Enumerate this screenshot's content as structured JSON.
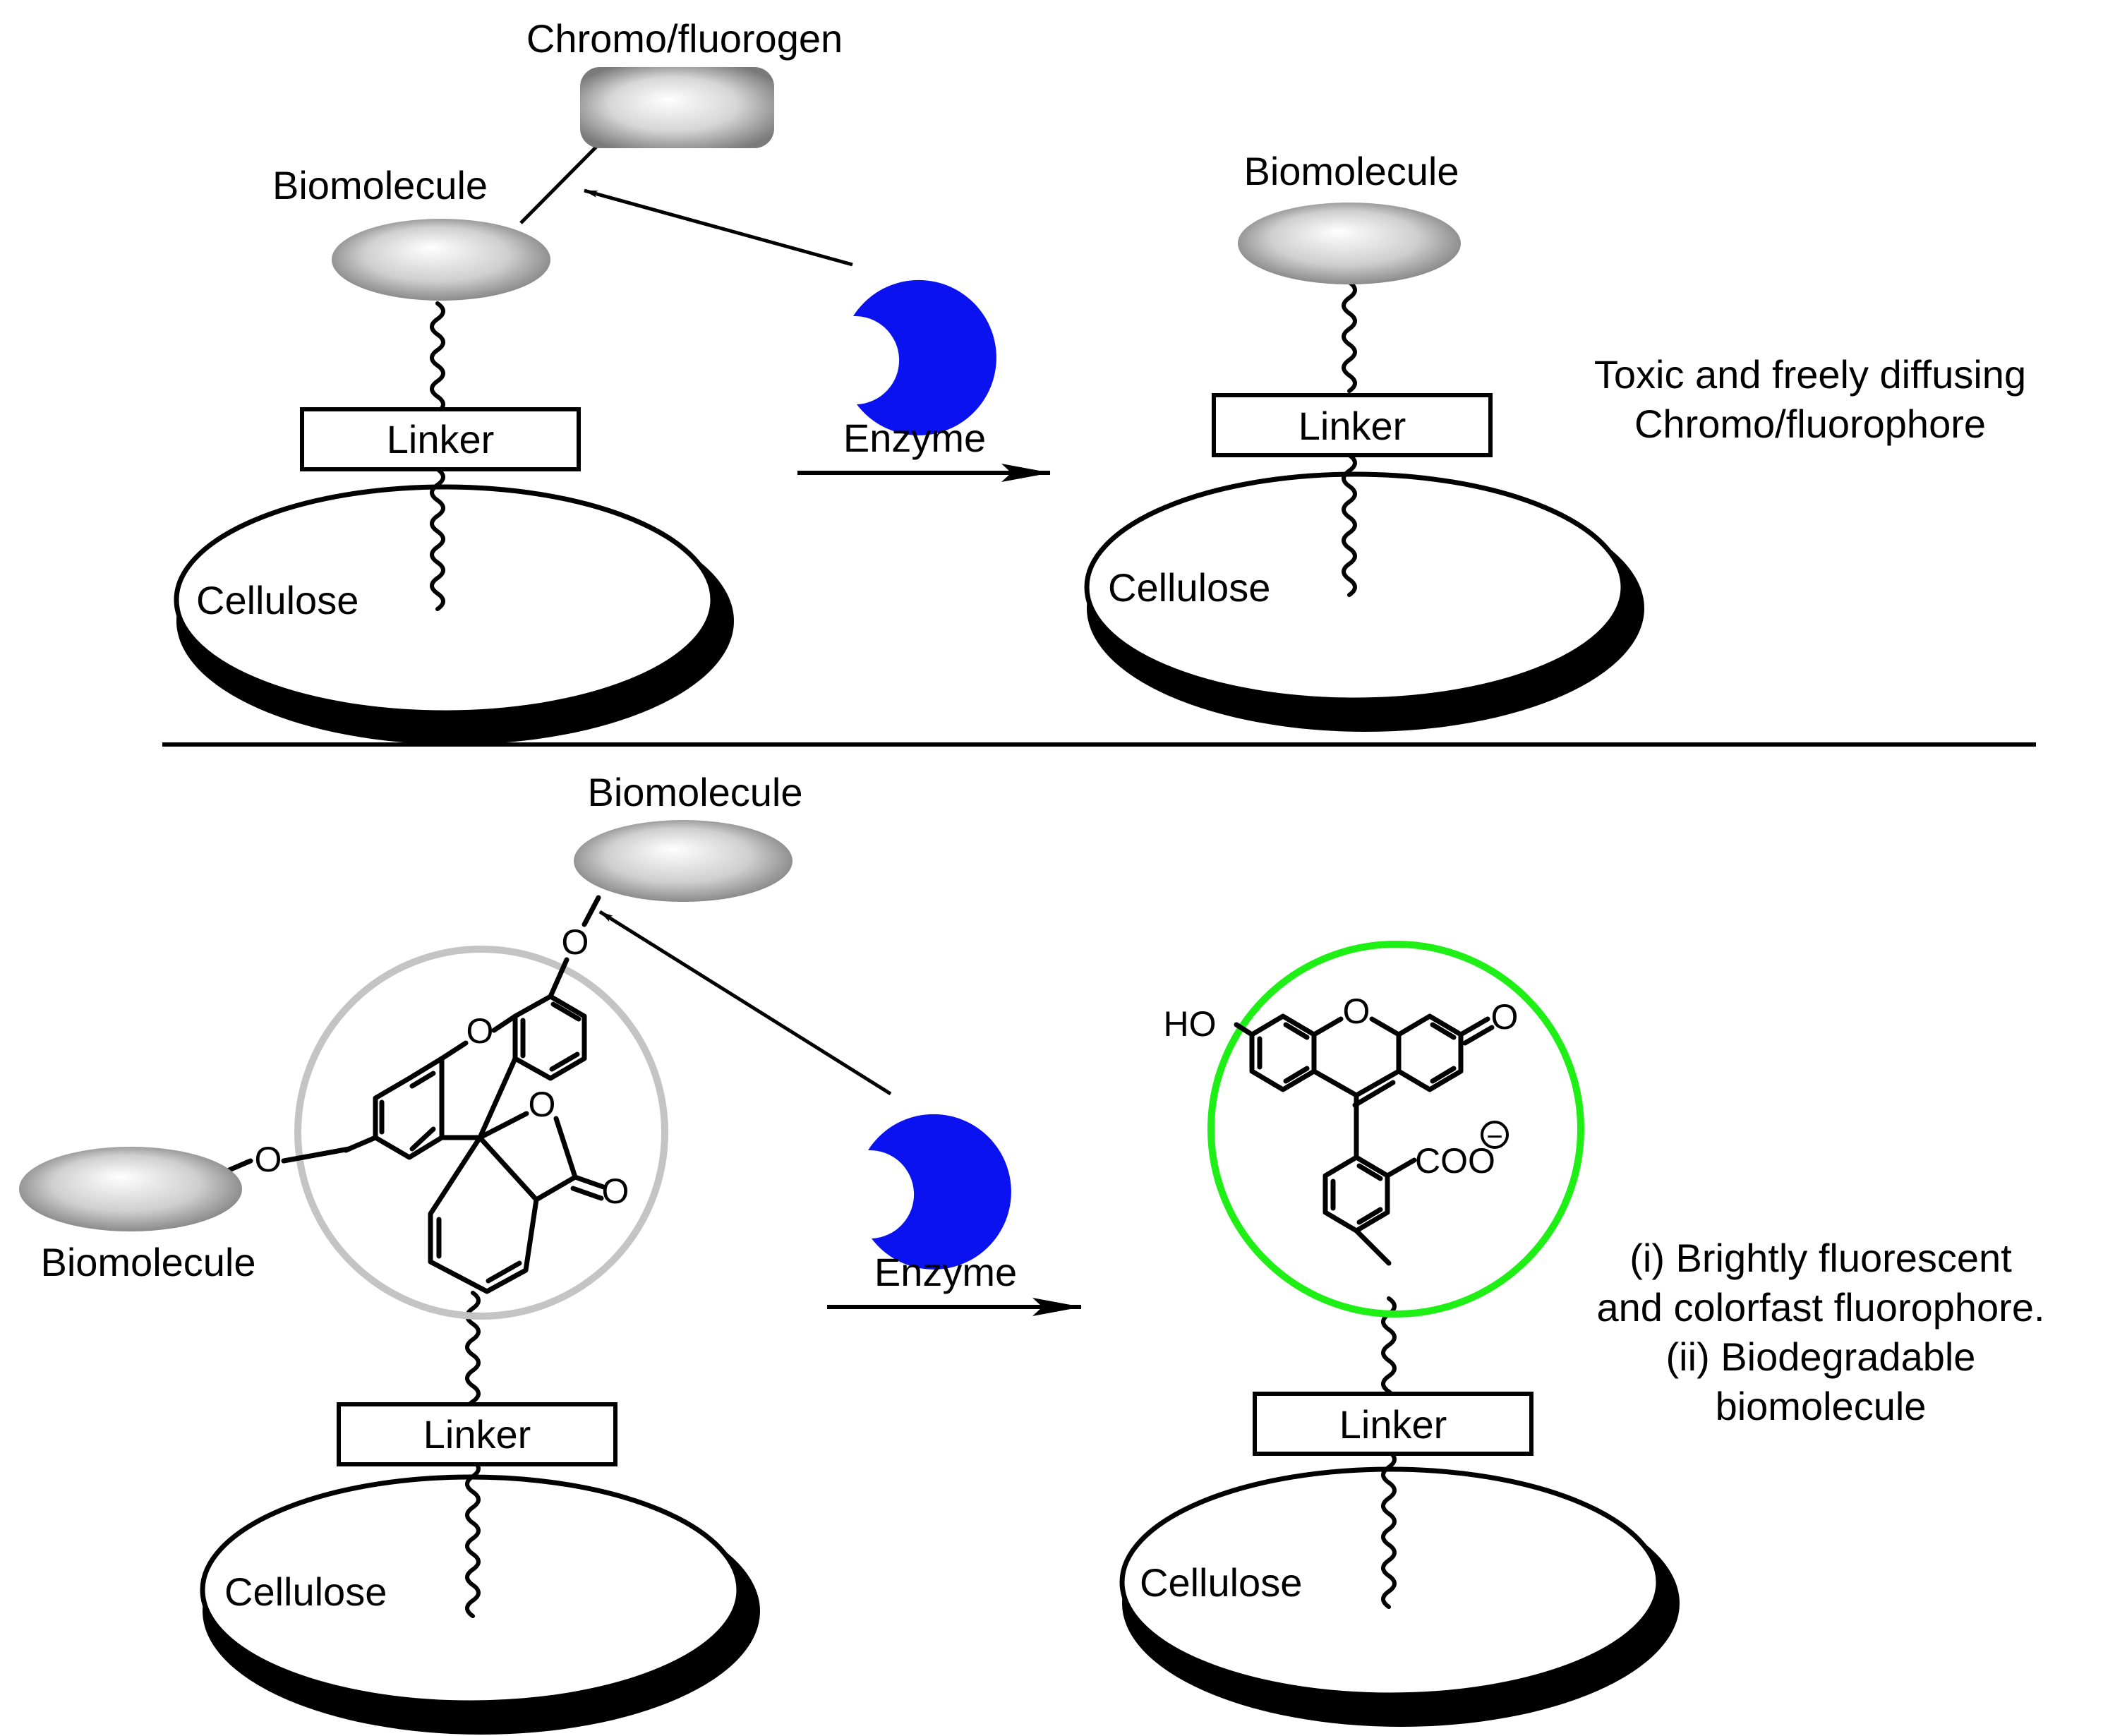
{
  "colors": {
    "enzyme": "#0a12f0",
    "green_ring": "#1eef14",
    "gray_ring": "#c4c4c4",
    "line": "#000000",
    "background": "#ffffff"
  },
  "top_scheme": {
    "left": {
      "chromo_label": "Chromo/fluorogen",
      "biomolecule_label": "Biomolecule",
      "linker_label": "Linker",
      "cellulose_label": "Cellulose"
    },
    "enzyme_label": "Enzyme",
    "right": {
      "biomolecule_label": "Biomolecule",
      "linker_label": "Linker",
      "cellulose_label": "Cellulose"
    },
    "note_line1": "Toxic and freely diffusing",
    "note_line2": "Chromo/fluorophore"
  },
  "bottom_scheme": {
    "left": {
      "biomolecule_top_label": "Biomolecule",
      "biomolecule_left_label": "Biomolecule",
      "linker_label": "Linker",
      "cellulose_label": "Cellulose",
      "atoms": {
        "o_link_top": "O",
        "o_link_left": "O",
        "o_ring": "O",
        "o_lactone": "O",
        "o_carbonyl": "O"
      }
    },
    "enzyme_label": "Enzyme",
    "right": {
      "linker_label": "Linker",
      "cellulose_label": "Cellulose",
      "atoms": {
        "ho": "HO",
        "o_ring": "O",
        "o_keto": "O",
        "coo": "COO",
        "charge": "−"
      }
    },
    "note_line1": "(i) Brightly fluorescent",
    "note_line2": "and colorfast fluorophore.",
    "note_line3": "(ii) Biodegradable",
    "note_line4": "biomolecule"
  }
}
